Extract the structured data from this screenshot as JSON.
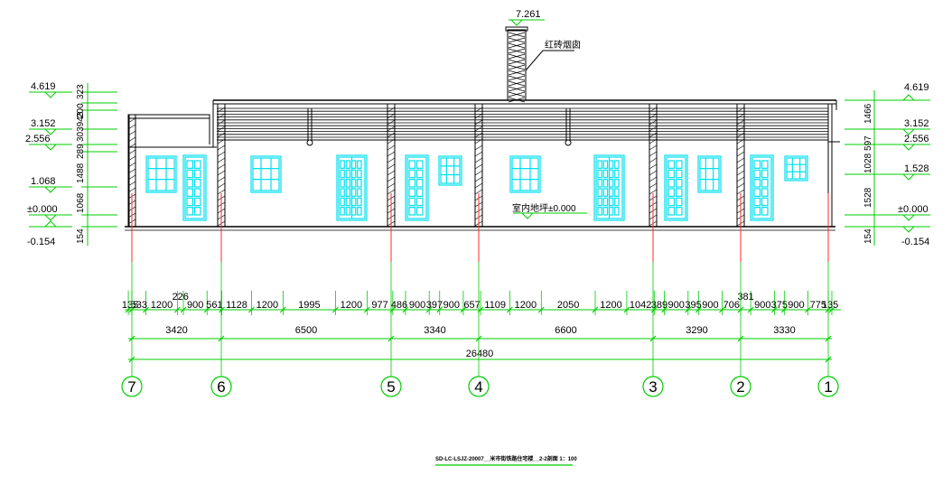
{
  "chimney": {
    "elevation": "7.261",
    "label": "红砖烟囱"
  },
  "left_levels": [
    "4.619",
    "3.152",
    "2.556",
    "1.068",
    "±0.000",
    "-0.154"
  ],
  "left_heights": [
    "323",
    "200",
    "303943",
    "289",
    "1488",
    "1068",
    "154"
  ],
  "right_levels": [
    "4.619",
    "3.152",
    "2.556",
    "1.528",
    "±0.000",
    "-0.154"
  ],
  "right_heights": [
    "1466",
    "1028 597",
    "1528",
    "154"
  ],
  "floor_label": "室内地坪±0.000",
  "dims_row1": [
    "135",
    "533",
    "1200",
    "226",
    "900",
    "561",
    "1128",
    "1200",
    "1995",
    "1200",
    "977",
    "486",
    "900",
    "397",
    "900",
    "657",
    "1109",
    "1200",
    "2050",
    "1200",
    "1042",
    "389",
    "900",
    "395",
    "900",
    "706",
    "381",
    "900",
    "375",
    "900",
    "775",
    "135"
  ],
  "dims_row2": [
    "3420",
    "6500",
    "3340",
    "6600",
    "3290",
    "3330"
  ],
  "dims_total": "26480",
  "axes": [
    "7",
    "6",
    "5",
    "4",
    "3",
    "2",
    "1"
  ],
  "title": "SD-LC-LSJZ-20007__米市街铁路住宅楼__2-2剖面 1：100",
  "colors": {
    "line": "#000000",
    "dim": "#00cc00",
    "window": "#00e0ee",
    "axis": "#ff2a2a"
  }
}
